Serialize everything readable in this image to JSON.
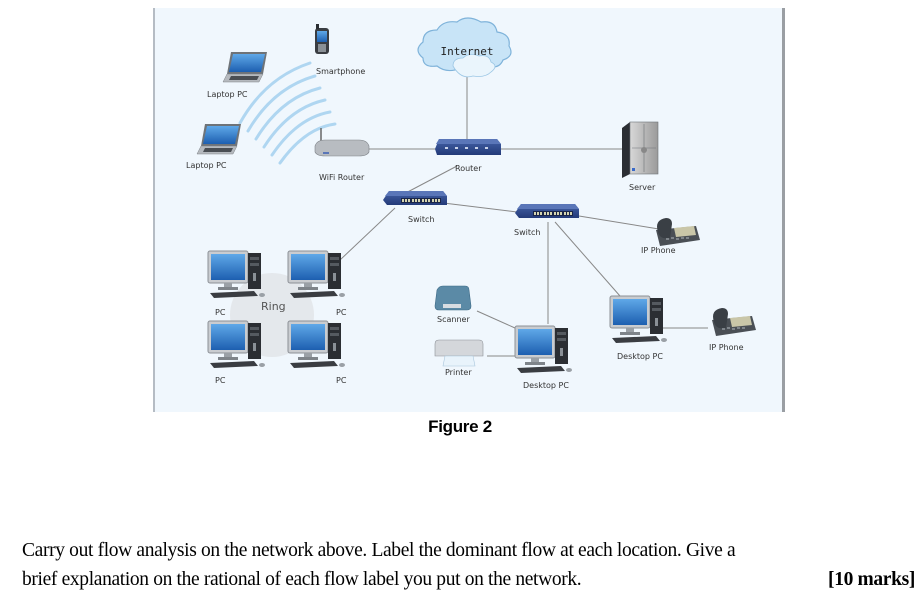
{
  "figure": {
    "caption": "Figure 2",
    "nodes": {
      "internet": "Internet",
      "smartphone": "Smartphone",
      "laptop_1": "Laptop PC",
      "laptop_2": "Laptop PC",
      "wifi_router": "WiFi Router",
      "router": "Router",
      "server": "Server",
      "switch_1": "Switch",
      "switch_2": "Switch",
      "ip_phone_1": "IP Phone",
      "ip_phone_2": "IP Phone",
      "ring": "Ring",
      "pc_1": "PC",
      "pc_2": "PC",
      "pc_3": "PC",
      "pc_4": "PC",
      "scanner": "Scanner",
      "printer": "Printer",
      "desktop_pc_1": "Desktop PC",
      "desktop_pc_2": "Desktop PC"
    },
    "colors": {
      "background": "#f0f7fd",
      "link": "#888888",
      "switch_blue": "#2e4a8e",
      "cloud": "#bfe0f5",
      "wireless_arc": "#a9d3f0"
    }
  },
  "question": {
    "line1": "Carry out flow analysis on the network above. Label the dominant flow at each location. Give a",
    "line2": "brief explanation on the rational of each flow label you put on the network.",
    "marks": "[10 marks]"
  }
}
